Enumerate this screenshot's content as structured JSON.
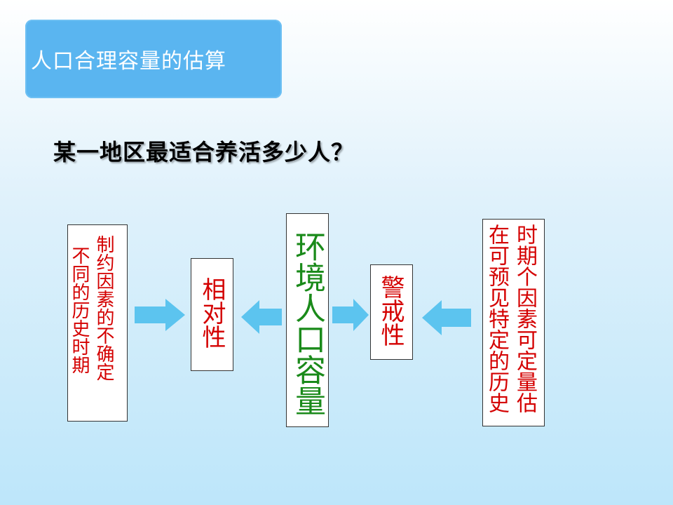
{
  "title": "人口合理容量的估算",
  "question": "某一地区最适合养活多少人？",
  "boxes": {
    "left_col1": "制约因素的不确定",
    "left_col2": "不同的历史时期",
    "relativity": "相对性",
    "center_col1": "环境",
    "center_col2": "人口",
    "center_col3": "容量",
    "warning": "警戒性",
    "right_col1": "时期个因素可定量估",
    "right_col2": "在可预见特定的历史"
  },
  "colors": {
    "title_bg": "#5ab5f0",
    "box_text_red": "#d40000",
    "box_text_green": "#1a8a1a",
    "arrow_fill": "#5cc4ef"
  }
}
